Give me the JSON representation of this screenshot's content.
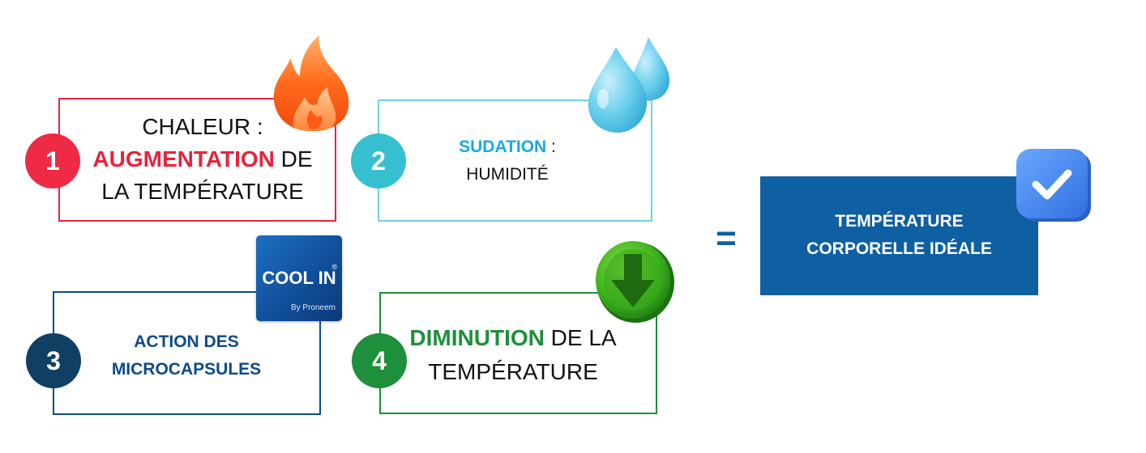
{
  "colors": {
    "red": "#e8233c",
    "teal": "#36c0cf",
    "cyan": "#19a8e8",
    "navy": "#0f3f63",
    "blue": "#0d5ea2",
    "green": "#1e8f3b",
    "result_bg": "#0f5fa3"
  },
  "steps": [
    {
      "number": "1",
      "line1": "CHALEUR :",
      "highlight": "AUGMENTATION",
      "after_highlight": " DE",
      "line3": "LA TEMPÉRATURE",
      "icon": "fire-icon"
    },
    {
      "number": "2",
      "highlight": "SUDATION",
      "after_highlight": " :",
      "line2": "HUMIDITÉ",
      "icon": "water-drops-icon"
    },
    {
      "number": "3",
      "line1": "ACTION DES",
      "line2": "MICROCAPSULES",
      "logo": {
        "brand": "COOL IN",
        "registered": "®",
        "byline": "By Proneem"
      }
    },
    {
      "number": "4",
      "highlight": "DIMINUTION",
      "after_highlight": " DE LA",
      "line2": "TEMPÉRATURE",
      "icon": "down-arrow-icon"
    }
  ],
  "equals": "=",
  "result": {
    "line1": "TEMPÉRATURE",
    "line2": "CORPORELLE IDÉALE",
    "icon": "checkmark-icon"
  }
}
